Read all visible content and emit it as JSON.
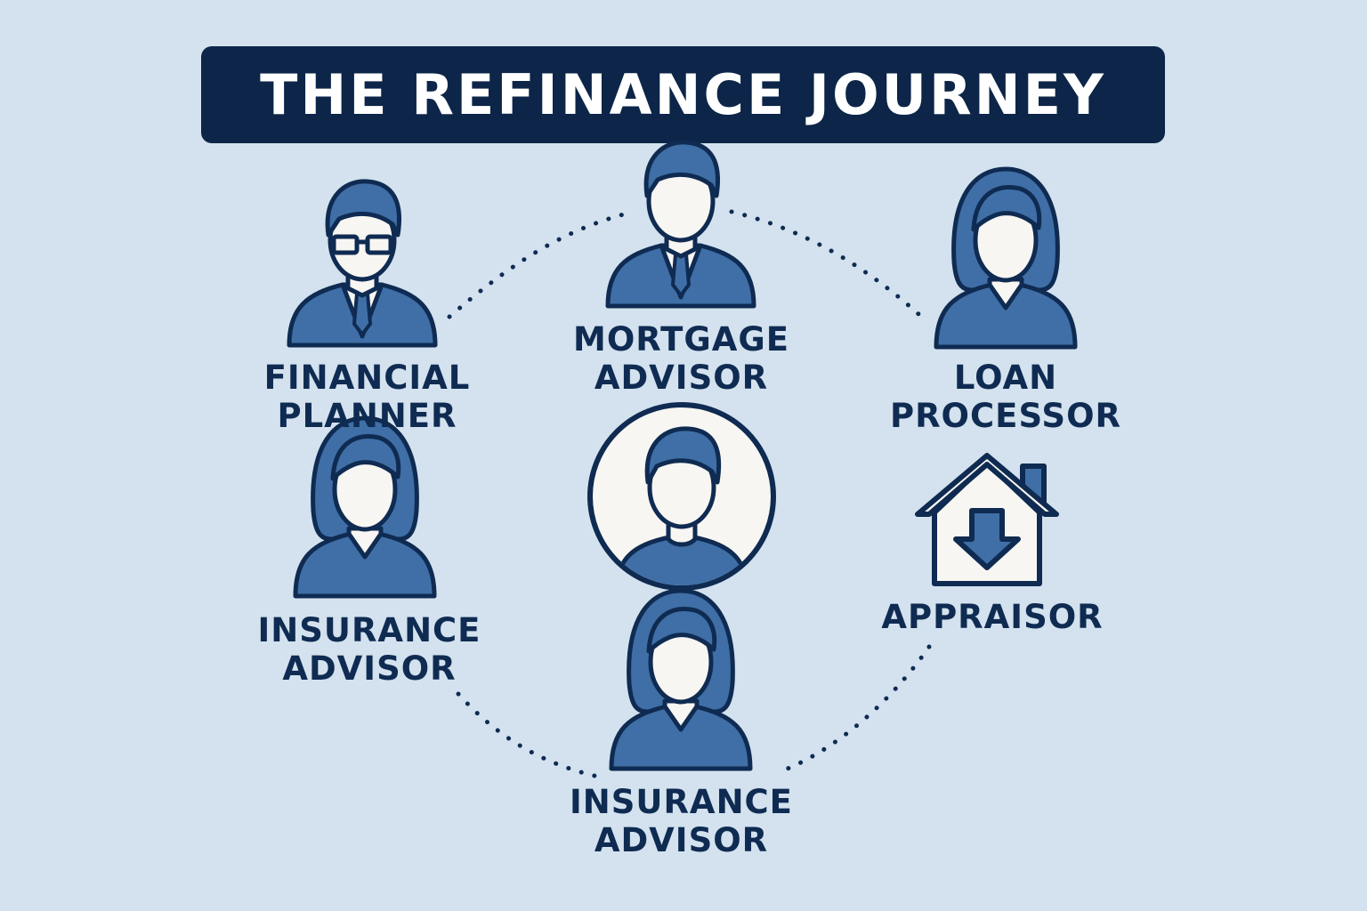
{
  "title": "THE REFINANCE JOURNEY",
  "colors": {
    "background": "#d3e2ee",
    "banner": "#0c2548",
    "icon_fill": "#3f6fa6",
    "outline": "#0f2b52",
    "face": "#f8f6f2"
  },
  "roles": {
    "mortgage_advisor": {
      "icon": "male-advisor-icon",
      "line1": "MORTGAGE",
      "line2": "ADVISOR"
    },
    "financial_planner": {
      "icon": "male-glasses-icon",
      "line1": "FINANCIAL",
      "line2": "PLANNER"
    },
    "loan_processor": {
      "icon": "female-icon",
      "line1": "LOAN",
      "line2": "PROCESSOR"
    },
    "insurance_advisor_left": {
      "icon": "female-icon",
      "line1": "INSURANCE",
      "line2": "ADVISOR"
    },
    "insurance_advisor_bottom": {
      "icon": "female-icon",
      "line1": "INSURANCE",
      "line2": "ADVISOR"
    },
    "appraisor": {
      "icon": "house-down-arrow-icon",
      "line1": "APPRAISOR"
    },
    "client": {
      "icon": "client-circle-icon"
    }
  }
}
